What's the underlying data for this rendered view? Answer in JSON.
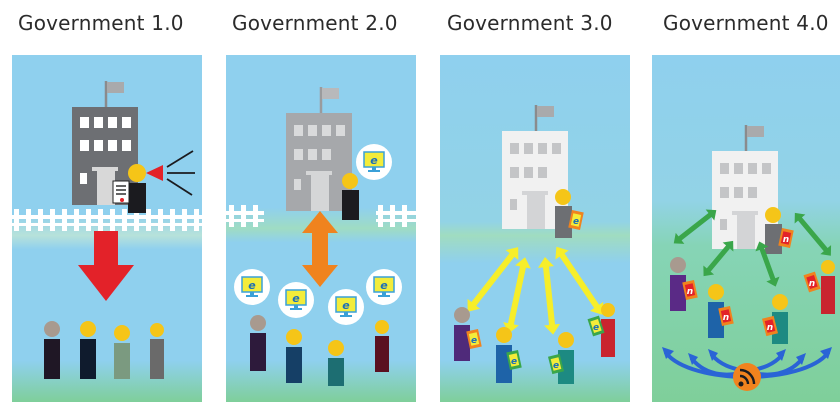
{
  "panels": [
    {
      "title": "Government 1.0",
      "badge": ""
    },
    {
      "title": "Government 2.0",
      "badge": "e"
    },
    {
      "title": "Government 3.0",
      "badge": "e"
    },
    {
      "title": "Government 4.0",
      "badge": "n"
    }
  ],
  "colors": {
    "sky": "#8fd0ee",
    "ground": "#7fcf9a",
    "building_dark": "#6d6f73",
    "building_mid": "#a6a8ab",
    "building_light": "#f1f1f1",
    "flag": "#a9aaac",
    "fence": "#ffffff",
    "megaphone": "#e32229",
    "down_arrow": "#e32229",
    "double_arrow_orange": "#f0831e",
    "arrow_yellow": "#f6ee2a",
    "arrow_green": "#3aa64a",
    "arrow_blue": "#2a64d6",
    "head": "#f5c518",
    "head_grey": "#a89a8f",
    "monitor_yellow": "#f3ec3a",
    "monitor_blue": "#3aa0d8",
    "phone_orange": "#f0831e",
    "phone_red": "#e32229",
    "signal_orange": "#f0831e"
  },
  "icons": {
    "building": "building-icon",
    "flag": "flag-icon",
    "megaphone": "megaphone-icon",
    "monitor": "monitor-e-icon",
    "phone": "phone-icon",
    "signal": "wireless-signal-icon"
  }
}
